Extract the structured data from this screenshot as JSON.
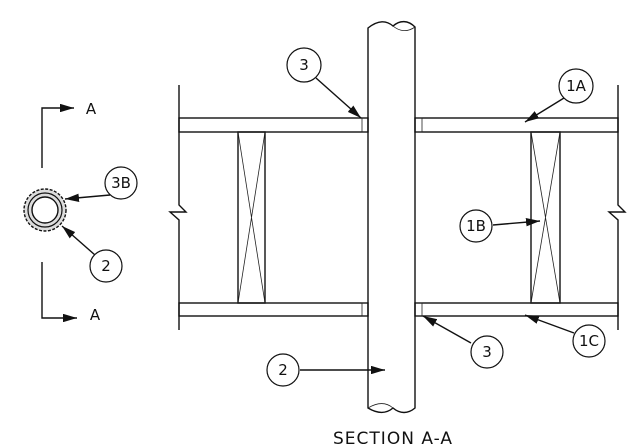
{
  "title": "SECTION A-A",
  "section_marks": {
    "top": "A",
    "bottom": "A"
  },
  "callouts": {
    "c3_top": "3",
    "c1A": "1A",
    "c3B": "3B",
    "c2_detail": "2",
    "c1B": "1B",
    "c2_pipe": "2",
    "c3_bottom": "3",
    "c1C": "1C"
  },
  "colors": {
    "line": "#111111",
    "background": "#ffffff"
  }
}
